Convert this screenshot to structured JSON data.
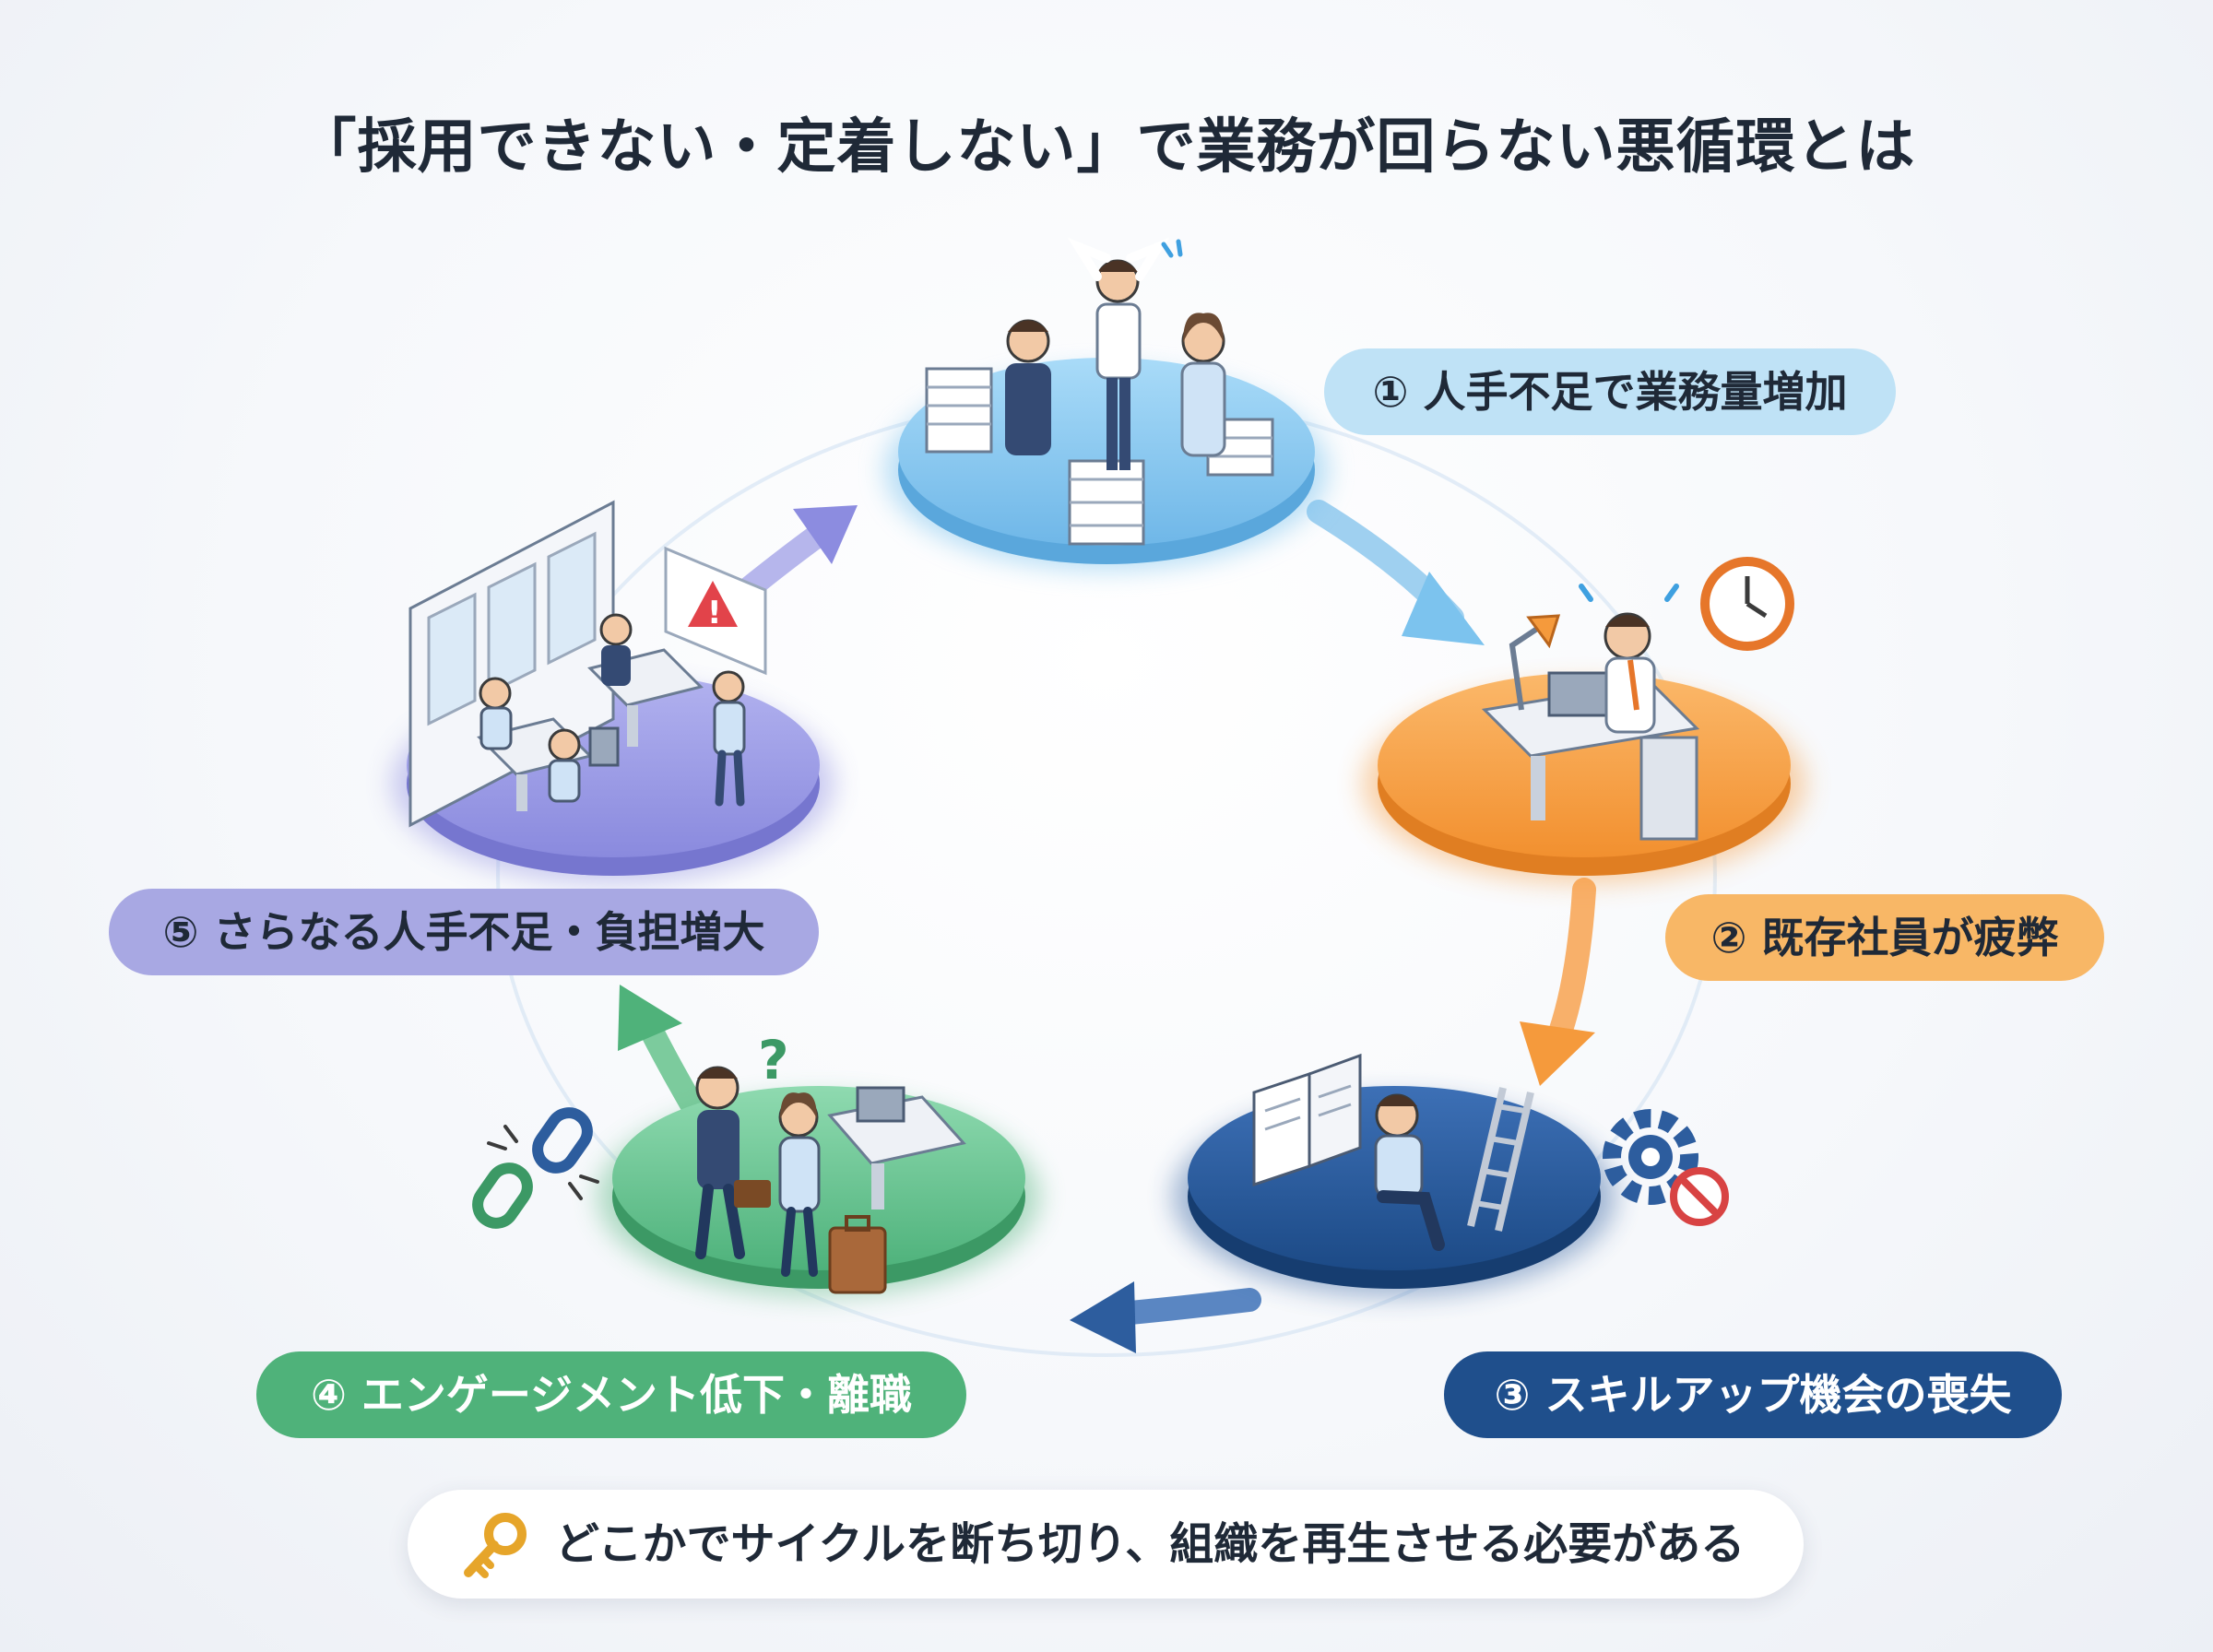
{
  "title": "「採用できない・定着しない」で業務が回らない悪循環とは",
  "steps": [
    {
      "label": "① 人手不足で業務量増加",
      "color": "#7cc3ee"
    },
    {
      "label": "② 既存社員が疲弊",
      "color": "#f59a3c"
    },
    {
      "label": "③ スキルアップ機会の喪失",
      "color": "#1f4f8c"
    },
    {
      "label": "④ エンゲージメント低下・離職",
      "color": "#4fb27a"
    },
    {
      "label": "⑤ さらなる人手不足・負担増大",
      "color": "#8c8ce0"
    }
  ],
  "icons": {
    "warning": "!",
    "question": "?"
  },
  "footer": {
    "text": "どこかでサイクルを断ち切り、組織を再生させる必要がある"
  }
}
